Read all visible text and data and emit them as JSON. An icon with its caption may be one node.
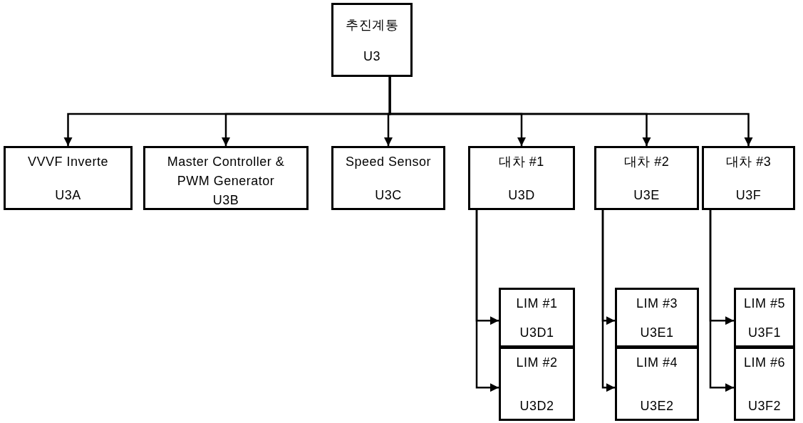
{
  "diagram": {
    "nodes": [
      {
        "text": [
          "추진계통",
          "U3"
        ]
      },
      {
        "text": [
          "VVVF Inverte",
          "U3A"
        ]
      },
      {
        "text": [
          "Master Controller & PWM Generator",
          "U3B"
        ]
      },
      {
        "text": [
          "Speed Sensor",
          "U3C"
        ]
      },
      {
        "text": [
          "대차 #1",
          "U3D"
        ]
      },
      {
        "text": [
          "대차 #2",
          "U3E"
        ]
      },
      {
        "text": [
          "대차 #3",
          "U3F"
        ]
      },
      {
        "text": [
          "LIM #1",
          "U3D1"
        ]
      },
      {
        "text": [
          "LIM #2",
          "U3D2"
        ]
      },
      {
        "text": [
          "LIM #3",
          "U3E1"
        ]
      },
      {
        "text": [
          "LIM #4",
          "U3E2"
        ]
      },
      {
        "text": [
          "LIM #5",
          "U3F1"
        ]
      },
      {
        "text": [
          "LIM #6",
          "U3F2"
        ]
      }
    ],
    "edges": [
      {
        "from": 0,
        "to": 1,
        "arrow": "to"
      },
      {
        "from": 0,
        "to": 2,
        "arrow": "to"
      },
      {
        "from": 0,
        "to": 3,
        "arrow": "to"
      },
      {
        "from": 0,
        "to": 4,
        "arrow": "to"
      },
      {
        "from": 0,
        "to": 5,
        "arrow": "to"
      },
      {
        "from": 0,
        "to": 6,
        "arrow": "to"
      },
      {
        "from": 4,
        "to": 7,
        "arrow": "to"
      },
      {
        "from": 4,
        "to": 8,
        "arrow": "to"
      },
      {
        "from": 5,
        "to": 9,
        "arrow": "to"
      },
      {
        "from": 5,
        "to": 10,
        "arrow": "to"
      },
      {
        "from": 6,
        "to": 11,
        "arrow": "to"
      },
      {
        "from": 6,
        "to": 12,
        "arrow": "to"
      }
    ]
  }
}
